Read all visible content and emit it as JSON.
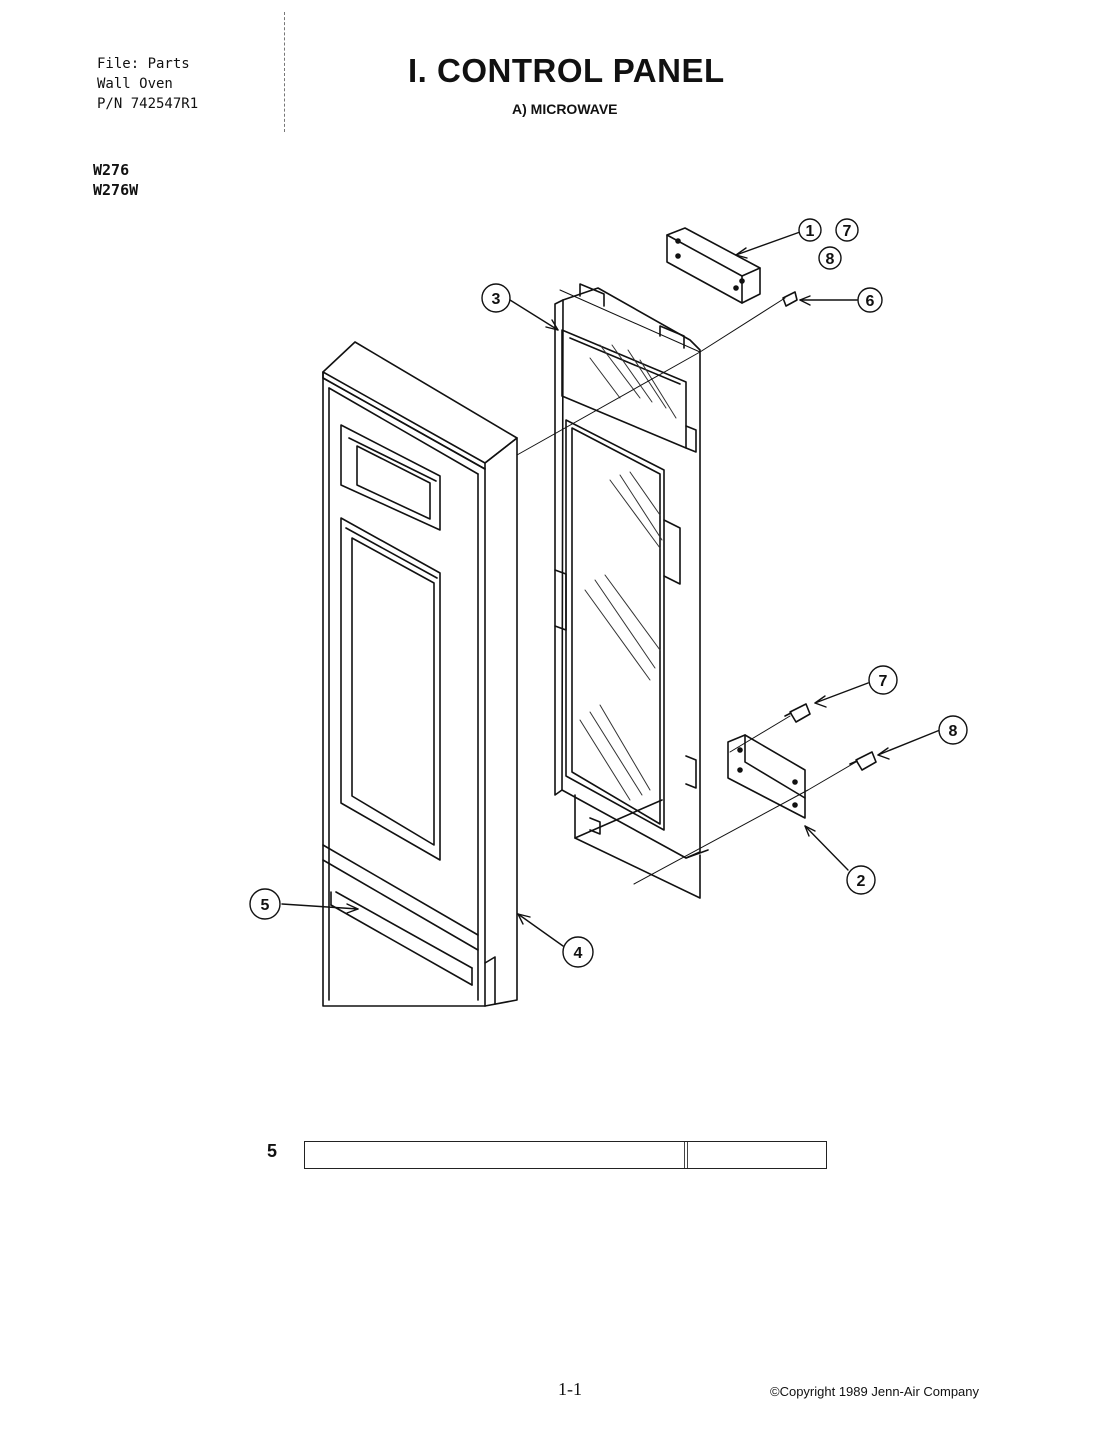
{
  "header": {
    "file_lines": [
      "File: Parts",
      "Wall Oven",
      "P/N 742547R1"
    ],
    "models": [
      "W276",
      "W276W"
    ],
    "title": "I. CONTROL PANEL",
    "subtitle": "A) MICROWAVE"
  },
  "callouts": [
    "1",
    "7",
    "8",
    "6",
    "3",
    "7",
    "8",
    "2",
    "5",
    "4"
  ],
  "strip": {
    "label": "5"
  },
  "footer": {
    "page_number": "1-1",
    "copyright": "©Copyright 1989 Jenn-Air Company"
  }
}
